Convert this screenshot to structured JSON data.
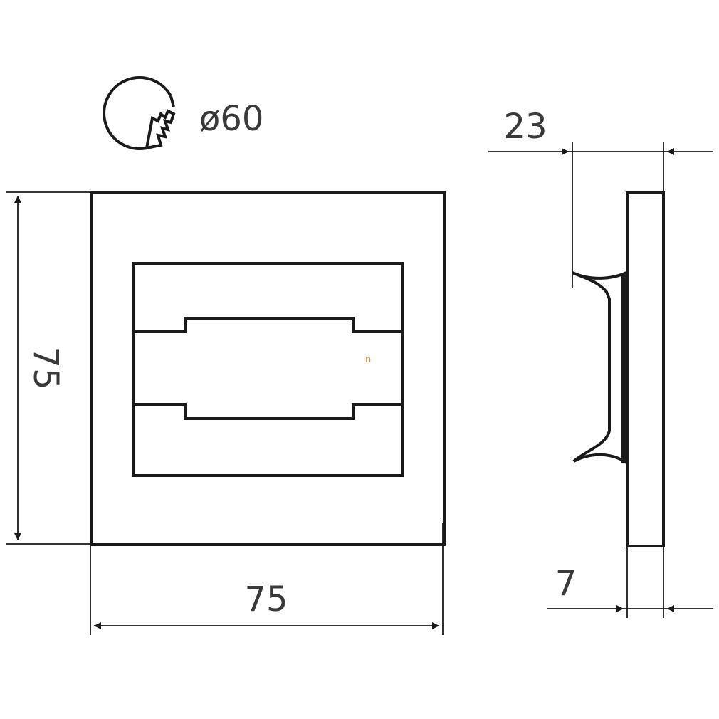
{
  "hole": {
    "diameter_label": "ø60"
  },
  "front": {
    "width_label": "75",
    "height_label": "75",
    "mark_label": "n"
  },
  "side": {
    "depth_label": "23",
    "thickness_label": "7"
  },
  "colors": {
    "line": "#1a1a1a",
    "text": "#3a3a3a",
    "mark": "#e8862a"
  }
}
